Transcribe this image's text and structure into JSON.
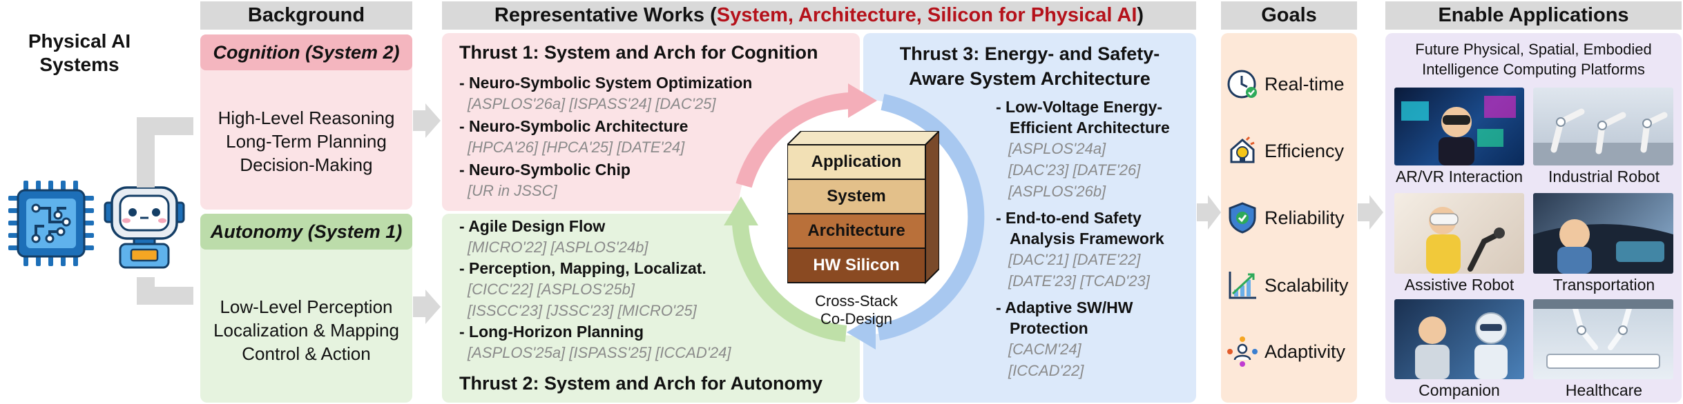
{
  "left": {
    "title_line1": "Physical AI",
    "title_line2": "Systems"
  },
  "headers": {
    "background": "Background",
    "works_prefix": "Representative Works (",
    "works_red": "System, Architecture, Silicon for Physical AI",
    "works_suffix": ")",
    "goals": "Goals",
    "apps": "Enable Applications"
  },
  "background": {
    "cognition_tag": "Cognition (System 2)",
    "cognition_lines": [
      "High-Level Reasoning",
      "Long-Term Planning",
      "Decision-Making"
    ],
    "autonomy_tag": "Autonomy (System 1)",
    "autonomy_lines": [
      "Low-Level Perception",
      "Localization & Mapping",
      "Control & Action"
    ]
  },
  "thrust1": {
    "title": "Thrust 1: System and Arch for Cognition",
    "items": [
      {
        "label": "- Neuro-Symbolic System Optimization",
        "cite": "[ASPLOS'26a] [ISPASS'24] [DAC'25]"
      },
      {
        "label": "- Neuro-Symbolic Architecture",
        "cite": "[HPCA'26] [HPCA'25] [DATE'24]"
      },
      {
        "label": "- Neuro-Symbolic Chip",
        "cite": "[UR in JSSC]"
      }
    ]
  },
  "thrust2": {
    "title": "Thrust 2: System and Arch for Autonomy",
    "items": [
      {
        "label": "- Agile Design Flow",
        "cites": [
          "[MICRO'22] [ASPLOS'24b]"
        ]
      },
      {
        "label": "- Perception, Mapping, Localizat.",
        "cites": [
          "[CICC'22] [ASPLOS'25b]",
          "[ISSCC'23] [JSSC'23] [MICRO'25]"
        ]
      },
      {
        "label": "- Long-Horizon Planning",
        "cites": [
          "[ASPLOS'25a] [ISPASS'25] [ICCAD'24]"
        ]
      }
    ]
  },
  "thrust3": {
    "title_line1": "Thrust 3: Energy- and Safety-",
    "title_line2": "Aware System Architecture",
    "items": [
      {
        "label_lines": [
          "- Low-Voltage Energy-",
          "Efficient Architecture"
        ],
        "cites": [
          "[ASPLOS'24a]",
          "[DAC'23] [DATE'26]",
          "[ASPLOS'26b]"
        ]
      },
      {
        "label_lines": [
          "- End-to-end Safety",
          "Analysis Framework"
        ],
        "cites": [
          "[DAC'21] [DATE'22]",
          "[DATE'23] [TCAD'23]"
        ]
      },
      {
        "label_lines": [
          "- Adaptive SW/HW",
          "Protection"
        ],
        "cites": [
          "[CACM'24]",
          "[ICCAD'22]"
        ]
      }
    ]
  },
  "stack": {
    "layers": [
      "Application",
      "System",
      "Architecture",
      "HW Silicon"
    ],
    "caption_line1": "Cross-Stack",
    "caption_line2": "Co-Design"
  },
  "goals": [
    "Real-time",
    "Efficiency",
    "Reliability",
    "Scalability",
    "Adaptivity"
  ],
  "apps": {
    "subtitle_line1": "Future Physical, Spatial, Embodied",
    "subtitle_line2": "Intelligence Computing Platforms",
    "labels": [
      "AR/VR Interaction",
      "Industrial Robot",
      "Assistive Robot",
      "Transportation",
      "Companion",
      "Healthcare"
    ]
  },
  "colors": {
    "header_gray": "#d9d9d9",
    "cognition_pink": "#fbe3e6",
    "cognition_tag": "#f4b6bf",
    "autonomy_green": "#e6f3df",
    "autonomy_tag": "#bcdcaa",
    "thrust3_blue": "#dce9fa",
    "goals_peach": "#fde8d8",
    "apps_lavender": "#ece6f6",
    "accent_red": "#b5121b"
  }
}
